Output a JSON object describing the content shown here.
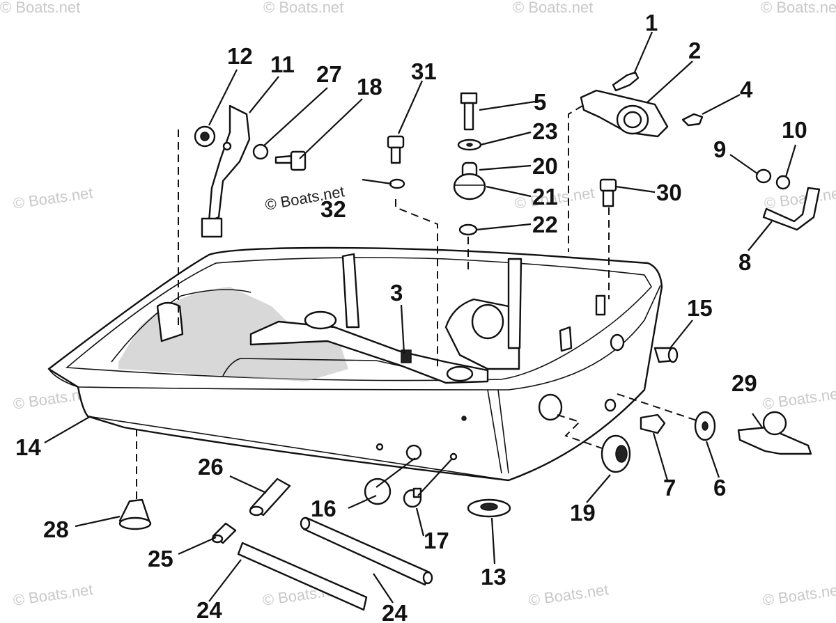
{
  "diagram": {
    "watermark": "© Boats.net",
    "callouts": {
      "n1": "1",
      "n2": "2",
      "n3": "3",
      "n4": "4",
      "n5": "5",
      "n6": "6",
      "n7": "7",
      "n8": "8",
      "n9": "9",
      "n10": "10",
      "n11": "11",
      "n12": "12",
      "n13": "13",
      "n14": "14",
      "n15": "15",
      "n16": "16",
      "n17": "17",
      "n18": "18",
      "n19": "19",
      "n20": "20",
      "n21": "21",
      "n22": "22",
      "n23": "23",
      "n24a": "24",
      "n24b": "24",
      "n25": "25",
      "n26": "26",
      "n27": "27",
      "n28": "28",
      "n29": "29",
      "n30": "30",
      "n31": "31",
      "n32": "32"
    }
  }
}
